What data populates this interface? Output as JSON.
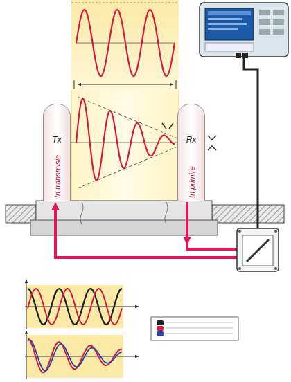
{
  "diagram": {
    "nodes": [
      {
        "text": [
          "Tx",
          "In transmisie"
        ]
      },
      {
        "text": [
          "Rx",
          "In primire"
        ]
      }
    ]
  }
}
